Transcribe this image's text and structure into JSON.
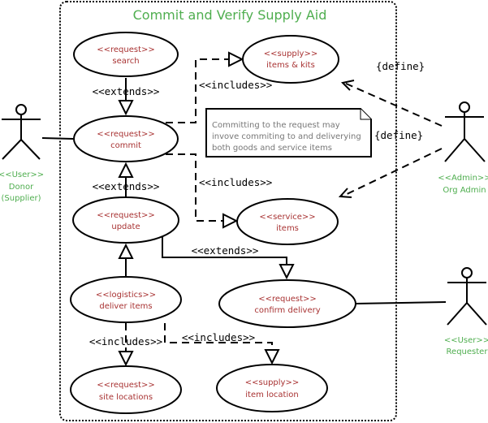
{
  "diagram": {
    "title": "Commit and Verify Supply Aid",
    "colors": {
      "use_case_text": "#a83232",
      "actor_text": "#4fae4f",
      "title": "#4fae4f",
      "note_text": "#777777",
      "stroke": "#000000"
    },
    "use_cases": {
      "search": {
        "stereotype": "<<request>>",
        "name": "search"
      },
      "items_kits": {
        "stereotype": "<<supply>>",
        "name": "items & kits"
      },
      "commit": {
        "stereotype": "<<request>>",
        "name": "commit"
      },
      "update": {
        "stereotype": "<<request>>",
        "name": "update"
      },
      "service_items": {
        "stereotype": "<<service>>",
        "name": "items"
      },
      "deliver_items": {
        "stereotype": "<<logistics>>",
        "name": "deliver items"
      },
      "confirm_delivery": {
        "stereotype": "<<request>>",
        "name": "confirm delivery"
      },
      "site_locations": {
        "stereotype": "<<request>>",
        "name": "site locations"
      },
      "item_location": {
        "stereotype": "<<supply>>",
        "name": "item location"
      }
    },
    "actors": {
      "donor": {
        "stereotype": "<<User>>",
        "name_line1": "Donor",
        "name_line2": "(Supplier)"
      },
      "admin": {
        "stereotype": "<<Admin>>",
        "name": "Org Admin"
      },
      "requester": {
        "stereotype": "<<User>>",
        "name": "Requester"
      }
    },
    "relations": {
      "search_extends_commit": "<<extends>>",
      "commit_includes_items_kits": "<<includes>>",
      "commit_includes_service_items": "<<includes>>",
      "update_extends_commit": "<<extends>>",
      "update_extends_confirm": "<<extends>>",
      "deliver_includes_sites": "<<includes>>",
      "deliver_includes_item_location": "<<includes>>",
      "admin_define_items_kits": "{define}",
      "admin_define_service_items": "{define}"
    },
    "note": {
      "line1": "Committing to the request may",
      "line2": "invove commiting to and deliverying",
      "line3": "both goods and service items"
    }
  }
}
